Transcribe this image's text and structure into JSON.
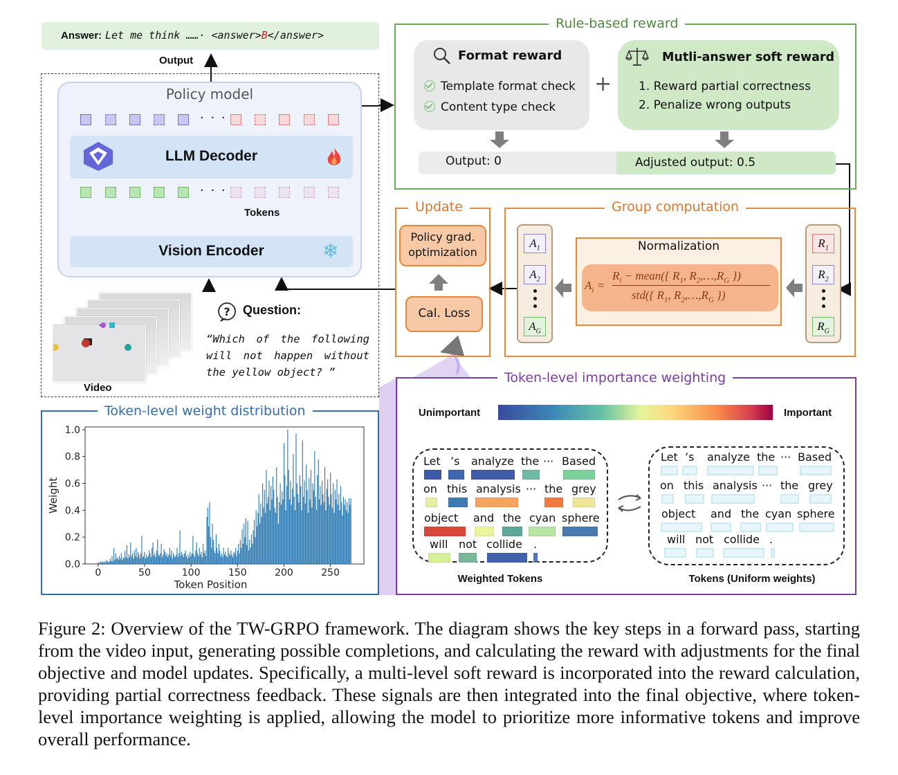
{
  "answer": {
    "label": "Answer:",
    "text_pre": "Let me think ……· <answer>",
    "choice": "B",
    "text_post": "</answer>"
  },
  "output_label": "Output",
  "policy": {
    "title": "Policy model",
    "decoder": "LLM Decoder",
    "encoder": "Vision Encoder",
    "tokens_label": "Tokens",
    "dots": "· · ·"
  },
  "inputs": {
    "video_label": "Video",
    "question_label": "Question:",
    "question_text": "“Which of the following will not happen without the yellow object? ”"
  },
  "reward": {
    "title": "Rule-based reward",
    "format_title": "Format reward",
    "format_items": [
      "Template format check",
      "Content type check"
    ],
    "plus": "+",
    "soft_title": "Mutli-answer soft reward",
    "soft_items": [
      "1. Reward partial correctness",
      "2. Penalize wrong outputs"
    ],
    "output_left": "Output: 0",
    "output_right": "Adjusted output: 0.5"
  },
  "update": {
    "title": "Update",
    "policy_opt": "Policy grad. optimization",
    "cal_loss": "Cal. Loss"
  },
  "group": {
    "title": "Group computation",
    "norm_title": "Normalization",
    "A": [
      "A",
      "A",
      "A"
    ],
    "A_sub": [
      "1",
      "2",
      "G"
    ],
    "R": [
      "R",
      "R",
      "R"
    ],
    "R_sub": [
      "1",
      "2",
      "G"
    ],
    "formula_lhs": "A",
    "formula_lhs_sub": "i",
    "formula_num": "R",
    "formula_num_sub": "i",
    "formula_num_rest": " − mean({ R",
    "formula_den": "std({ R",
    "formula_tail_1": "1",
    "formula_tail_2": "2",
    "formula_tail_G": "G",
    "formula_close": " })",
    "equals": "=",
    "comma": ",",
    "ellipsis": ",…,"
  },
  "weighting": {
    "title": "Token-level importance weighting",
    "unimportant": "Unimportant",
    "important": "Important",
    "weighted_caption": "Weighted Tokens",
    "uniform_caption": "Tokens (Uniform weights)",
    "words_l": [
      "Let",
      "’s",
      "analyze",
      "the",
      "···",
      "Based",
      "on",
      "this",
      "analysis",
      "···",
      "the",
      "grey",
      "object",
      "and",
      "the",
      "cyan",
      "sphere",
      "will",
      "not",
      "collide",
      "."
    ],
    "words_r": [
      "Let",
      "’s",
      "analyze",
      "the",
      "···",
      "Based",
      "on",
      "this",
      "analysis",
      "···",
      "the",
      "grey",
      "object",
      "and",
      "the",
      "cyan",
      "sphere",
      "will",
      "not",
      "collide",
      "."
    ]
  },
  "chart_data": {
    "type": "bar",
    "title": "Token-level weight distribution",
    "xlabel": "Token Position",
    "ylabel": "Weight",
    "xlim": [
      -14,
      286
    ],
    "ylim": [
      0,
      1.02
    ],
    "xticks": [
      "0",
      "50",
      "100",
      "150",
      "200",
      "250"
    ],
    "yticks": [
      "0.0",
      "0.2",
      "0.4",
      "0.6",
      "0.8",
      "1.0"
    ],
    "color": "#2d7bb4",
    "x": [
      0,
      1,
      2,
      3,
      4,
      5,
      6,
      7,
      8,
      9,
      10,
      11,
      12,
      13,
      14,
      15,
      16,
      17,
      18,
      19,
      20,
      21,
      22,
      23,
      24,
      25,
      26,
      27,
      28,
      29,
      30,
      31,
      32,
      33,
      34,
      35,
      36,
      37,
      38,
      39,
      40,
      41,
      42,
      43,
      44,
      45,
      46,
      47,
      48,
      49,
      50,
      51,
      52,
      53,
      54,
      55,
      56,
      57,
      58,
      59,
      60,
      61,
      62,
      63,
      64,
      65,
      66,
      67,
      68,
      69,
      70,
      71,
      72,
      73,
      74,
      75,
      76,
      77,
      78,
      79,
      80,
      81,
      82,
      83,
      84,
      85,
      86,
      87,
      88,
      89,
      90,
      91,
      92,
      93,
      94,
      95,
      96,
      97,
      98,
      99,
      100,
      101,
      102,
      103,
      104,
      105,
      106,
      107,
      108,
      109,
      110,
      111,
      112,
      113,
      114,
      115,
      116,
      117,
      118,
      119,
      120,
      121,
      122,
      123,
      124,
      125,
      126,
      127,
      128,
      129,
      130,
      131,
      132,
      133,
      134,
      135,
      136,
      137,
      138,
      139,
      140,
      141,
      142,
      143,
      144,
      145,
      146,
      147,
      148,
      149,
      150,
      151,
      152,
      153,
      154,
      155,
      156,
      157,
      158,
      159,
      160,
      161,
      162,
      163,
      164,
      165,
      166,
      167,
      168,
      169,
      170,
      171,
      172,
      173,
      174,
      175,
      176,
      177,
      178,
      179,
      180,
      181,
      182,
      183,
      184,
      185,
      186,
      187,
      188,
      189,
      190,
      191,
      192,
      193,
      194,
      195,
      196,
      197,
      198,
      199,
      200,
      201,
      202,
      203,
      204,
      205,
      206,
      207,
      208,
      209,
      210,
      211,
      212,
      213,
      214,
      215,
      216,
      217,
      218,
      219,
      220,
      221,
      222,
      223,
      224,
      225,
      226,
      227,
      228,
      229,
      230,
      231,
      232,
      233,
      234,
      235,
      236,
      237,
      238,
      239,
      240,
      241,
      242,
      243,
      244,
      245,
      246,
      247,
      248,
      249,
      250,
      251,
      252,
      253,
      254,
      255,
      256,
      257,
      258,
      259,
      260,
      261,
      262,
      263,
      264,
      265,
      266,
      267,
      268,
      269,
      270,
      271,
      272
    ],
    "values": [
      0.01,
      0.01,
      0.01,
      0.02,
      0.01,
      0.02,
      0.01,
      0.02,
      0.01,
      0.03,
      0.02,
      0.01,
      0.02,
      0.04,
      0.02,
      0.06,
      0.02,
      0.12,
      0.03,
      0.08,
      0.04,
      0.05,
      0.03,
      0.06,
      0.04,
      0.08,
      0.03,
      0.05,
      0.04,
      0.1,
      0.05,
      0.14,
      0.04,
      0.07,
      0.05,
      0.16,
      0.06,
      0.08,
      0.04,
      0.1,
      0.06,
      0.12,
      0.05,
      0.09,
      0.07,
      0.04,
      0.08,
      0.21,
      0.05,
      0.06,
      0.09,
      0.04,
      0.07,
      0.05,
      0.06,
      0.1,
      0.08,
      0.05,
      0.12,
      0.16,
      0.06,
      0.08,
      0.05,
      0.1,
      0.18,
      0.07,
      0.06,
      0.08,
      0.15,
      0.05,
      0.07,
      0.11,
      0.09,
      0.06,
      0.08,
      0.05,
      0.07,
      0.12,
      0.06,
      0.1,
      0.04,
      0.08,
      0.06,
      0.05,
      0.07,
      0.12,
      0.05,
      0.08,
      0.25,
      0.06,
      0.09,
      0.07,
      0.05,
      0.08,
      0.1,
      0.06,
      0.04,
      0.07,
      0.05,
      0.09,
      0.06,
      0.08,
      0.21,
      0.07,
      0.05,
      0.1,
      0.16,
      0.08,
      0.06,
      0.12,
      0.07,
      0.09,
      0.05,
      0.15,
      0.08,
      0.1,
      0.06,
      0.35,
      0.42,
      0.28,
      0.46,
      0.2,
      0.12,
      0.3,
      0.18,
      0.1,
      0.08,
      0.22,
      0.12,
      0.08,
      0.15,
      0.1,
      0.06,
      0.08,
      0.05,
      0.12,
      0.07,
      0.09,
      0.06,
      0.05,
      0.12,
      0.08,
      0.06,
      0.1,
      0.07,
      0.05,
      0.09,
      0.08,
      0.12,
      0.06,
      0.1,
      0.15,
      0.08,
      0.18,
      0.12,
      0.26,
      0.15,
      0.3,
      0.2,
      0.34,
      0.14,
      0.32,
      0.1,
      0.18,
      0.12,
      0.22,
      0.15,
      0.25,
      0.33,
      0.2,
      0.4,
      0.28,
      0.38,
      0.52,
      0.3,
      0.45,
      0.35,
      0.6,
      0.42,
      0.55,
      0.38,
      0.7,
      0.45,
      0.5,
      0.62,
      0.4,
      0.58,
      0.48,
      0.65,
      0.55,
      0.42,
      0.38,
      0.72,
      0.5,
      0.3,
      0.46,
      0.6,
      0.44,
      0.54,
      0.48,
      0.9,
      0.66,
      0.4,
      0.58,
      1.0,
      0.7,
      0.48,
      0.62,
      0.44,
      0.56,
      0.82,
      0.5,
      0.4,
      0.97,
      0.6,
      0.52,
      0.46,
      0.66,
      0.58,
      0.4,
      0.92,
      0.5,
      0.62,
      0.45,
      0.74,
      0.55,
      0.38,
      0.64,
      0.48,
      0.7,
      0.42,
      0.6,
      0.55,
      0.84,
      0.5,
      0.4,
      0.66,
      0.78,
      0.48,
      0.58,
      0.44,
      0.62,
      0.52,
      0.46,
      0.72,
      0.4,
      0.56,
      0.63,
      0.5,
      0.44,
      0.68,
      0.52,
      0.42,
      0.6,
      0.38,
      0.55,
      0.48,
      0.63,
      0.44,
      0.52,
      0.4,
      0.58,
      0.46,
      0.36,
      0.5,
      0.44,
      0.48,
      0.4,
      0.46,
      0.38,
      0.49,
      0.44,
      0.49,
      0.42,
      0.48,
      0.4,
      0.49
    ]
  },
  "caption": "Figure 2: Overview of the TW-GRPO framework. The diagram shows the key steps in a forward pass, starting from the video input, generating possible completions, and calculating the reward with adjustments for the final objective and model updates. Specifically, a multi-level soft reward is incorporated into the reward calculation, providing partial correctness feedback. These signals are then integrated into the final objective, where token-level importance weighting is applied, allowing the model to prioritize more informative tokens and improve overall performance.",
  "colors": {
    "green_box": "#e2f1dd",
    "green_border": "#6aa85a",
    "orange_border": "#e2893c",
    "purple_border": "#7c3aa3",
    "blue_border": "#2f6eae",
    "policy_bg": "#eef3fb"
  }
}
